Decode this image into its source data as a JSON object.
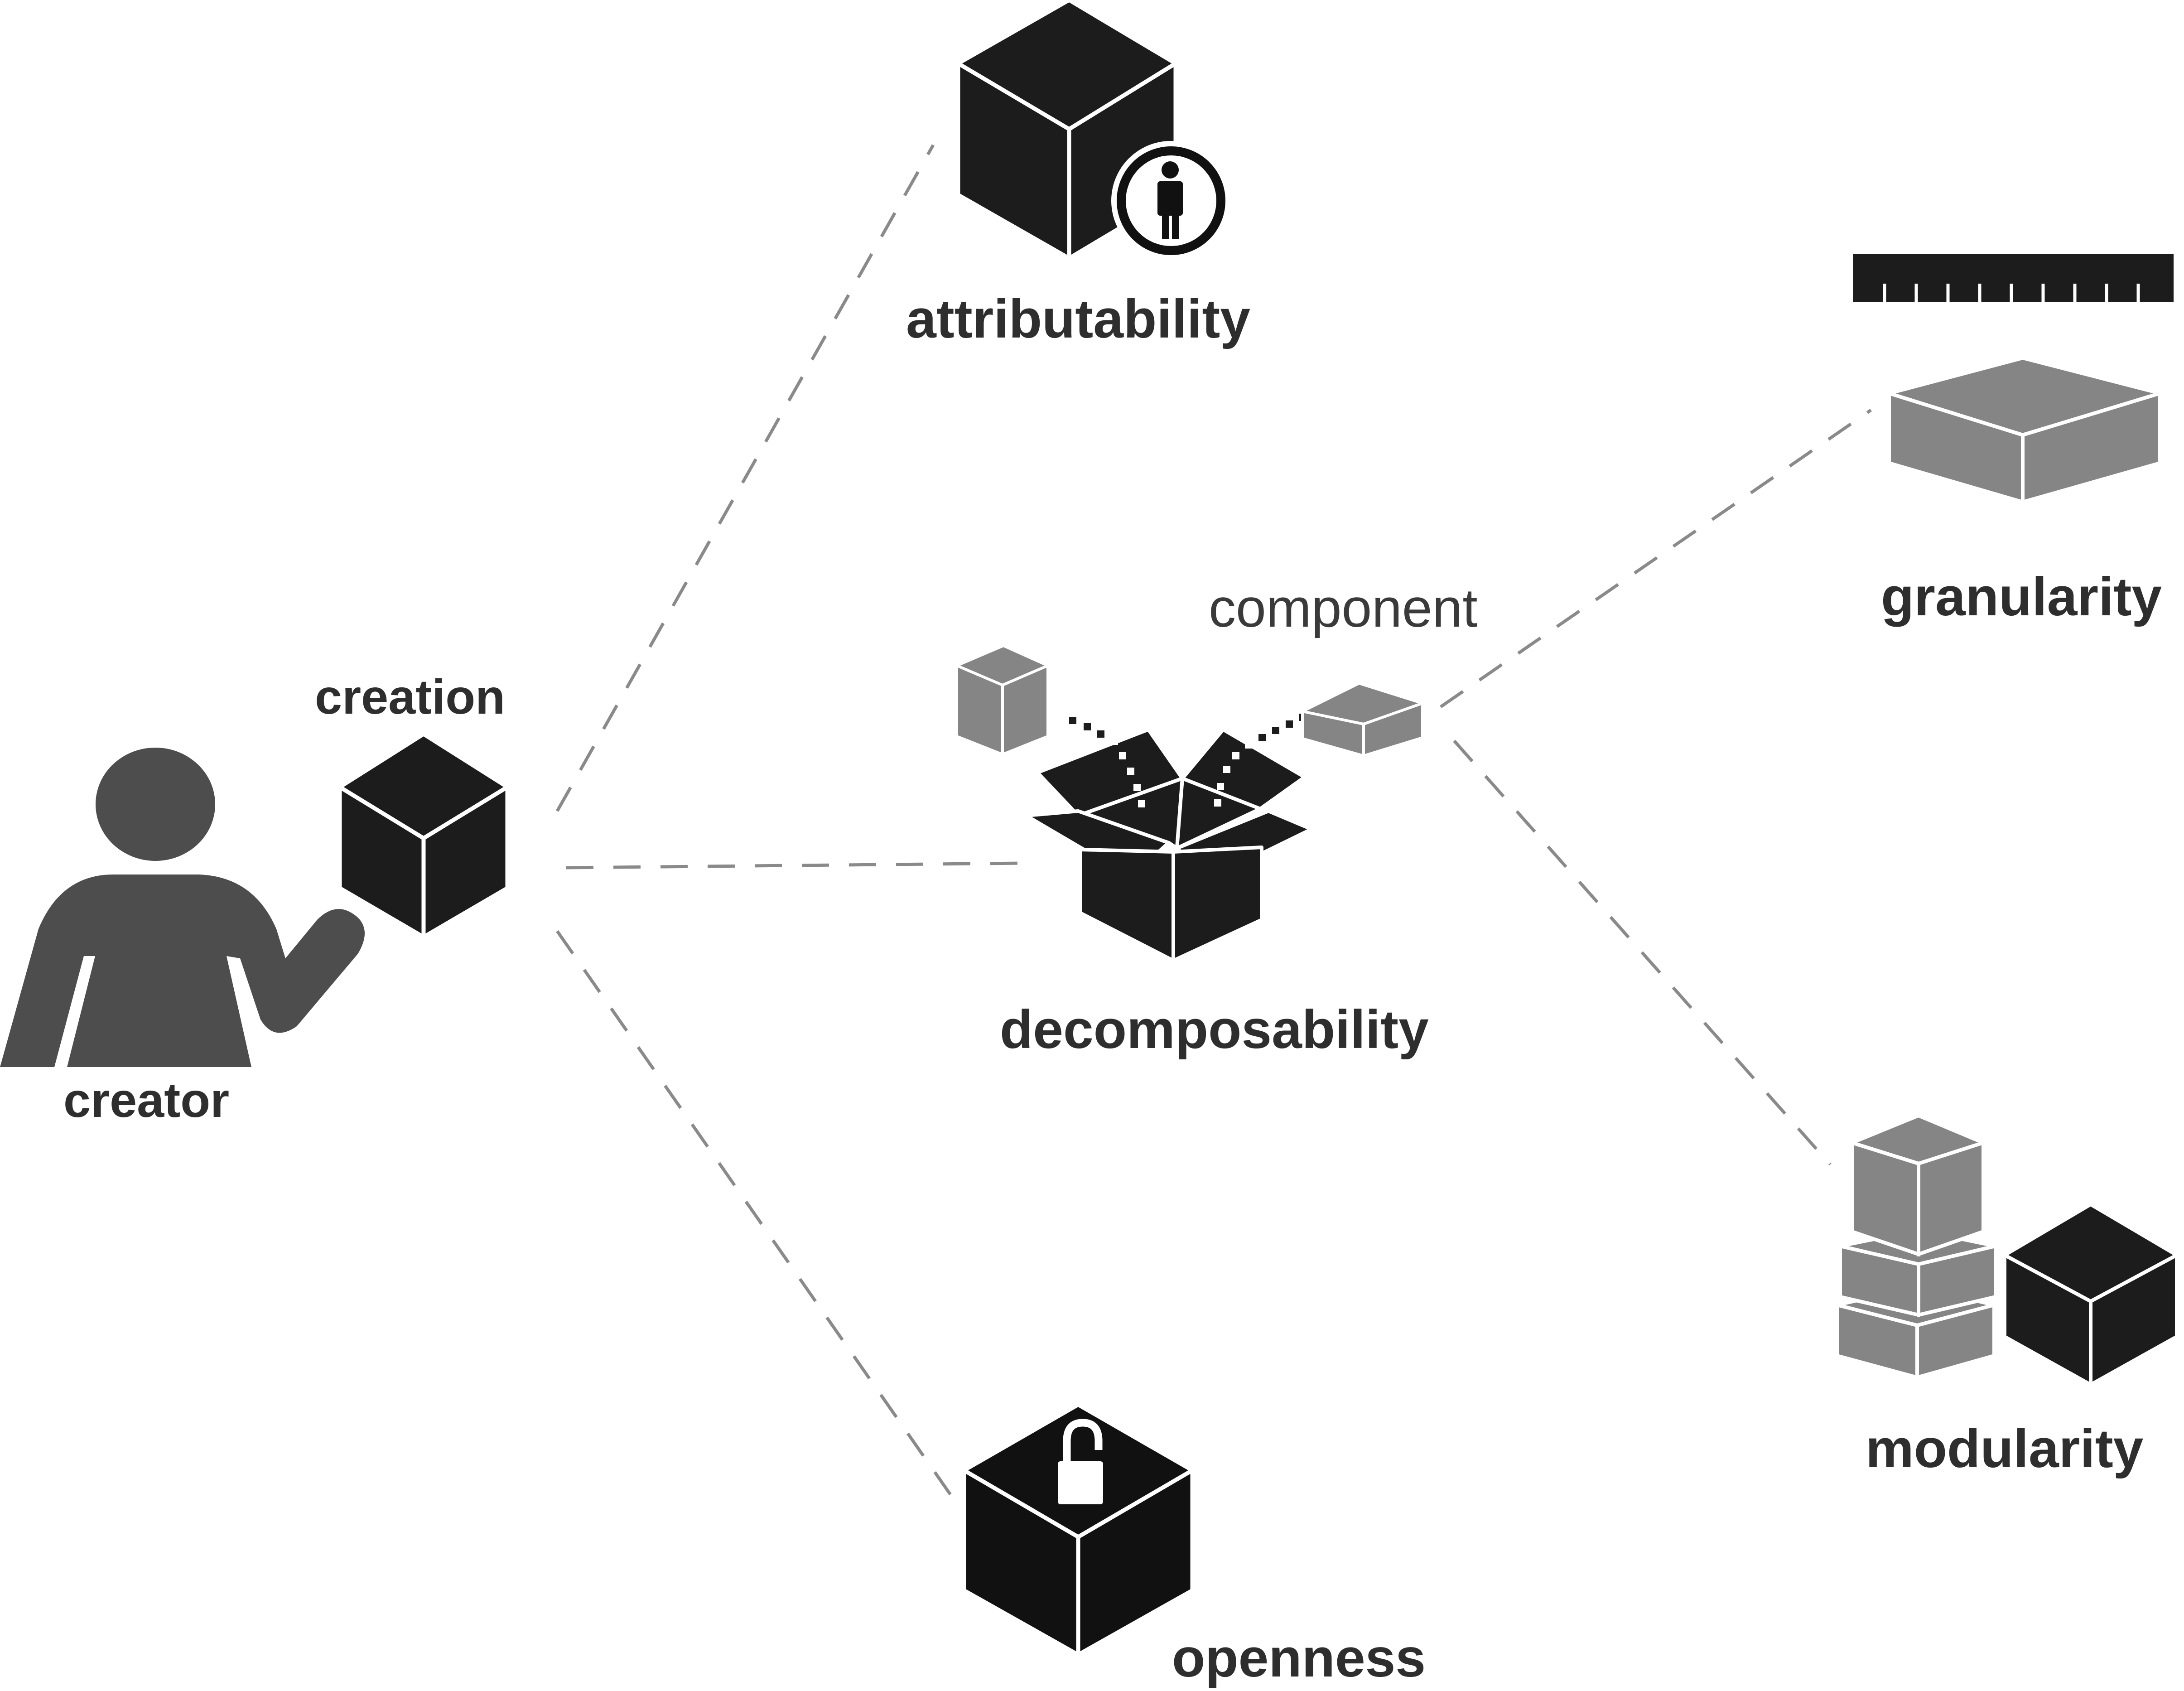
{
  "labels": {
    "creator": "creator",
    "creation": "creation",
    "attributability": "attributability",
    "decomposability": "decomposability",
    "component": "component",
    "openness": "openness",
    "granularity": "granularity",
    "modularity": "modularity"
  },
  "colors": {
    "dark": "#1c1c1c",
    "person": "#4d4d4d",
    "gray_box": "#858585",
    "connector": "#8a8a8a",
    "text": "#2e2e2e"
  },
  "icons": {
    "creator": "person-icon",
    "creation": "cube-icon",
    "attributability": "attribution-badge-icon",
    "decomposability": "open-box-icon",
    "openness": "open-padlock-icon",
    "granularity": "ruler-icon",
    "modularity": "stacked-boxes-icon"
  }
}
